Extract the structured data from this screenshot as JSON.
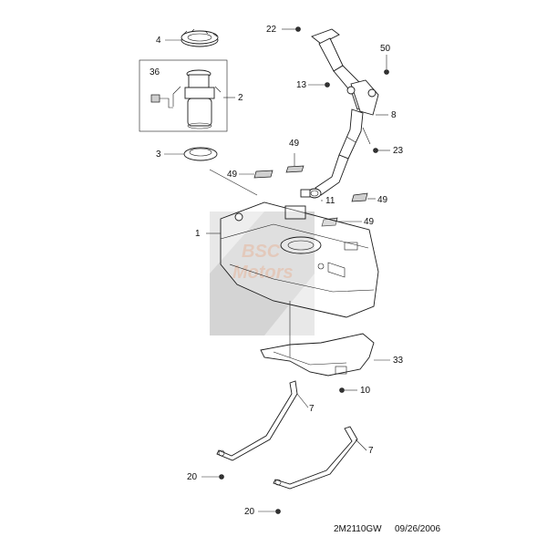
{
  "callouts": [
    {
      "id": "c22",
      "label": "22"
    },
    {
      "id": "c50",
      "label": "50"
    },
    {
      "id": "c4",
      "label": "4"
    },
    {
      "id": "c36",
      "label": "36"
    },
    {
      "id": "c2",
      "label": "2"
    },
    {
      "id": "c13",
      "label": "13"
    },
    {
      "id": "c8",
      "label": "8"
    },
    {
      "id": "c3",
      "label": "3"
    },
    {
      "id": "c49a",
      "label": "49"
    },
    {
      "id": "c23",
      "label": "23"
    },
    {
      "id": "c49b",
      "label": "49"
    },
    {
      "id": "c11",
      "label": "11"
    },
    {
      "id": "c49c",
      "label": "49"
    },
    {
      "id": "c1",
      "label": "1"
    },
    {
      "id": "c49d",
      "label": "49"
    },
    {
      "id": "c33",
      "label": "33"
    },
    {
      "id": "c10",
      "label": "10"
    },
    {
      "id": "c7a",
      "label": "7"
    },
    {
      "id": "c7b",
      "label": "7"
    },
    {
      "id": "c20a",
      "label": "20"
    },
    {
      "id": "c20b",
      "label": "20"
    }
  ],
  "watermark": {
    "line1": "BSC",
    "line2": "Motors"
  },
  "footer": {
    "code": "2M2110GW",
    "date": "09/26/2006"
  }
}
